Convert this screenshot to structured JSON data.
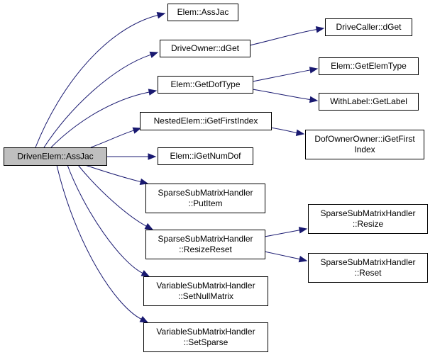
{
  "diagram": {
    "type": "call-graph",
    "colors": {
      "root_fill": "#bfbfbf",
      "node_fill": "#ffffff",
      "node_border": "#000000",
      "edge": "#191970"
    },
    "nodes": [
      {
        "id": "root",
        "lines": [
          "DrivenElem::AssJac"
        ],
        "root": true
      },
      {
        "id": "elem_assjac",
        "lines": [
          "Elem::AssJac"
        ]
      },
      {
        "id": "driveowner_dget",
        "lines": [
          "DriveOwner::dGet"
        ]
      },
      {
        "id": "elem_getdoftype",
        "lines": [
          "Elem::GetDofType"
        ]
      },
      {
        "id": "nestedelem_igetfirstindex",
        "lines": [
          "NestedElem::iGetFirstIndex"
        ]
      },
      {
        "id": "elem_igetnumdof",
        "lines": [
          "Elem::iGetNumDof"
        ]
      },
      {
        "id": "ssmh_putitem",
        "lines": [
          "SparseSubMatrixHandler",
          "::PutItem"
        ]
      },
      {
        "id": "ssmh_resizereset",
        "lines": [
          "SparseSubMatrixHandler",
          "::ResizeReset"
        ]
      },
      {
        "id": "vsmh_setnullmatrix",
        "lines": [
          "VariableSubMatrixHandler",
          "::SetNullMatrix"
        ]
      },
      {
        "id": "vsmh_setsparse",
        "lines": [
          "VariableSubMatrixHandler",
          "::SetSparse"
        ]
      },
      {
        "id": "drivecaller_dget",
        "lines": [
          "DriveCaller::dGet"
        ]
      },
      {
        "id": "elem_getelemtype",
        "lines": [
          "Elem::GetElemType"
        ]
      },
      {
        "id": "withlabel_getlabel",
        "lines": [
          "WithLabel::GetLabel"
        ]
      },
      {
        "id": "dofownerowner_igetfirstindex",
        "lines": [
          "DofOwnerOwner::iGetFirst",
          "Index"
        ]
      },
      {
        "id": "ssmh_resize",
        "lines": [
          "SparseSubMatrixHandler",
          "::Resize"
        ]
      },
      {
        "id": "ssmh_reset",
        "lines": [
          "SparseSubMatrixHandler",
          "::Reset"
        ]
      }
    ],
    "edges": [
      {
        "from": "root",
        "to": "elem_assjac"
      },
      {
        "from": "root",
        "to": "driveowner_dget"
      },
      {
        "from": "root",
        "to": "elem_getdoftype"
      },
      {
        "from": "root",
        "to": "nestedelem_igetfirstindex"
      },
      {
        "from": "root",
        "to": "elem_igetnumdof"
      },
      {
        "from": "root",
        "to": "ssmh_putitem"
      },
      {
        "from": "root",
        "to": "ssmh_resizereset"
      },
      {
        "from": "root",
        "to": "vsmh_setnullmatrix"
      },
      {
        "from": "root",
        "to": "vsmh_setsparse"
      },
      {
        "from": "driveowner_dget",
        "to": "drivecaller_dget"
      },
      {
        "from": "elem_getdoftype",
        "to": "elem_getelemtype"
      },
      {
        "from": "elem_getdoftype",
        "to": "withlabel_getlabel"
      },
      {
        "from": "nestedelem_igetfirstindex",
        "to": "dofownerowner_igetfirstindex"
      },
      {
        "from": "ssmh_resizereset",
        "to": "ssmh_resize"
      },
      {
        "from": "ssmh_resizereset",
        "to": "ssmh_reset"
      }
    ]
  }
}
